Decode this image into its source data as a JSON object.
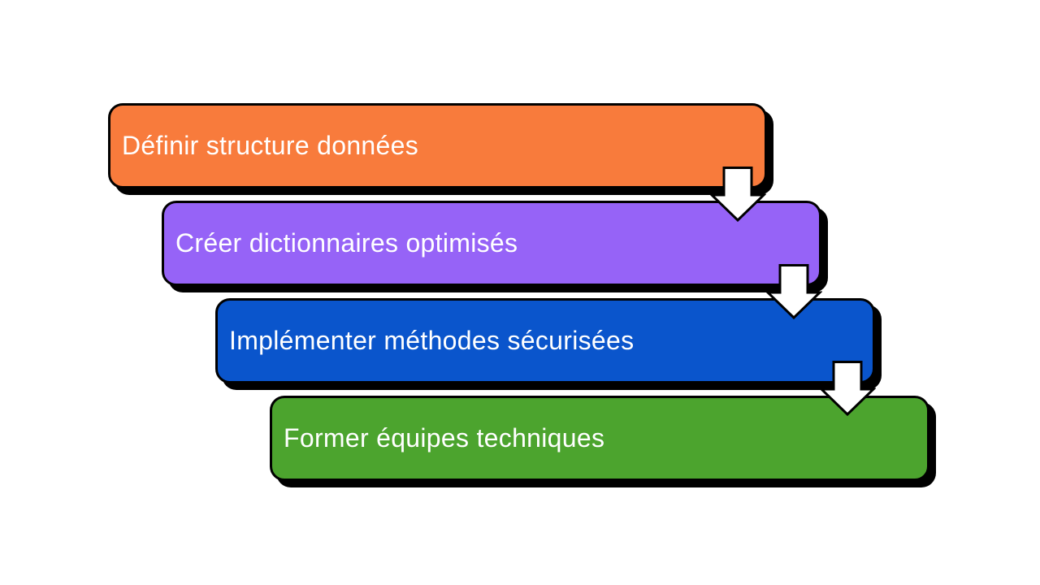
{
  "page": {
    "background_color": "#FFFFFF"
  },
  "diagram": {
    "type": "step-down-process",
    "steps": [
      {
        "label": "Définir structure données",
        "color": "#F87B3C",
        "text_color": "#FFFFFF"
      },
      {
        "label": "Créer dictionnaires optimisés",
        "color": "#9663F7",
        "text_color": "#FFFFFF"
      },
      {
        "label": "Implémenter méthodes sécurisées",
        "color": "#0A55CC",
        "text_color": "#FFFFFF"
      },
      {
        "label": "Former équipes techniques",
        "color": "#4CA42E",
        "text_color": "#FFFFFF"
      }
    ],
    "arrow": {
      "fill": "#FFFFFF",
      "stroke": "#000000"
    },
    "box_border_color": "#000000",
    "shadow_color": "#000000"
  }
}
